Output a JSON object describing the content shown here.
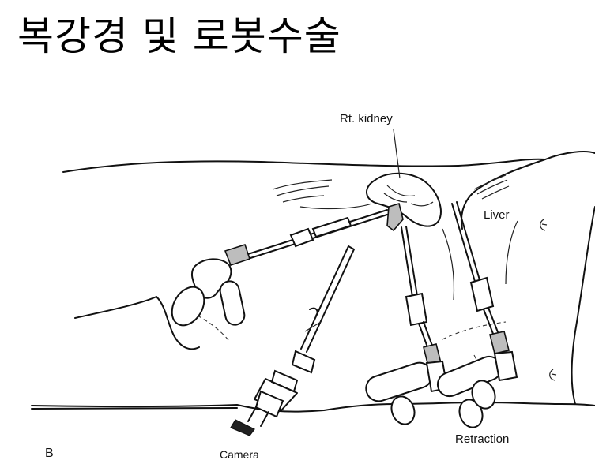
{
  "title": "복강경 및 로봇수술",
  "figure": {
    "panel_letter": "B",
    "labels": {
      "kidney": "Rt. kidney",
      "liver": "Liver",
      "camera": "Camera",
      "retraction": "Retraction"
    }
  }
}
